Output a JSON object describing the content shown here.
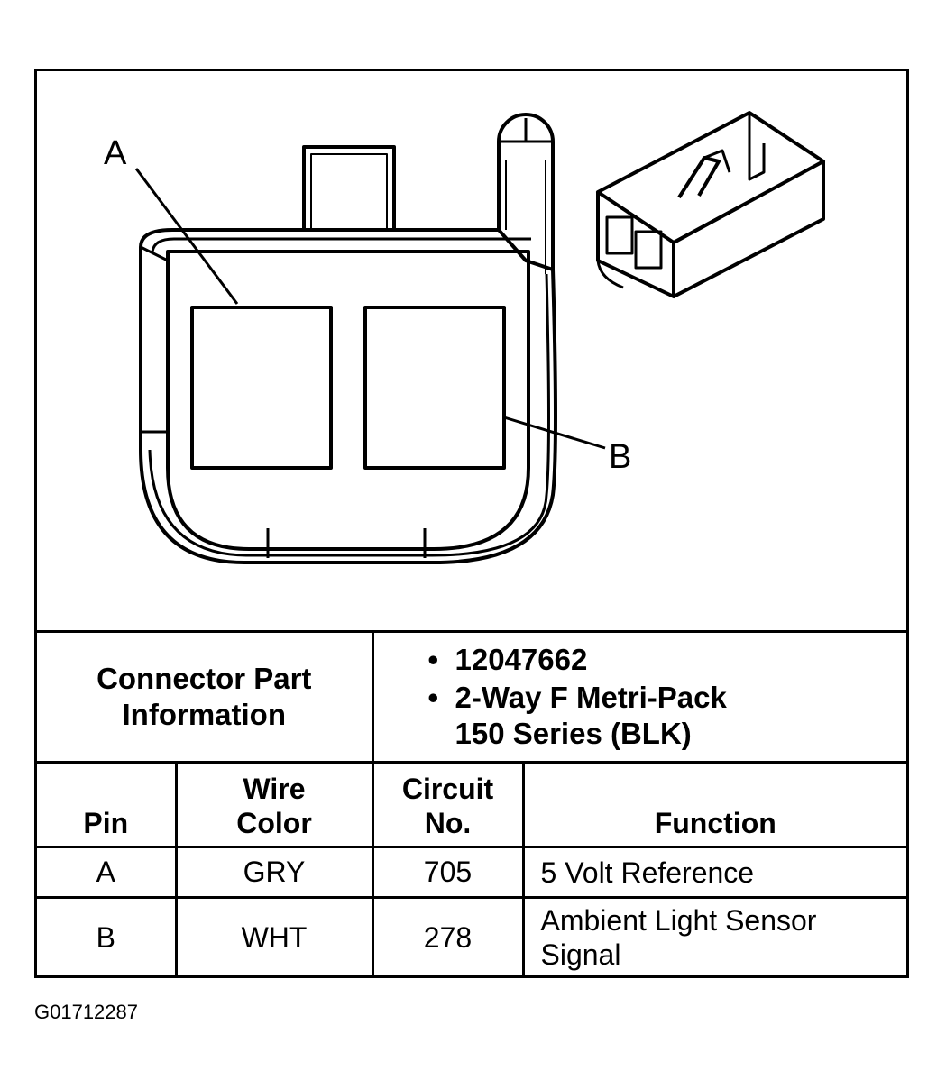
{
  "diagram": {
    "pin_label_a": "A",
    "pin_label_b": "B"
  },
  "connector_info": {
    "label_line1": "Connector Part",
    "label_line2": "Information",
    "part_number": "12047662",
    "description_line1": "2-Way F Metri-Pack",
    "description_line2": "150 Series (BLK)"
  },
  "table": {
    "headers": {
      "pin": "Pin",
      "wire_color_line1": "Wire",
      "wire_color_line2": "Color",
      "circuit_line1": "Circuit",
      "circuit_line2": "No.",
      "function": "Function"
    },
    "rows": [
      {
        "pin": "A",
        "wire_color": "GRY",
        "circuit": "705",
        "function_line1": "5 Volt Reference",
        "function_line2": ""
      },
      {
        "pin": "B",
        "wire_color": "WHT",
        "circuit": "278",
        "function_line1": "Ambient Light Sensor",
        "function_line2": "Signal"
      }
    ]
  },
  "figure_id": "G01712287"
}
